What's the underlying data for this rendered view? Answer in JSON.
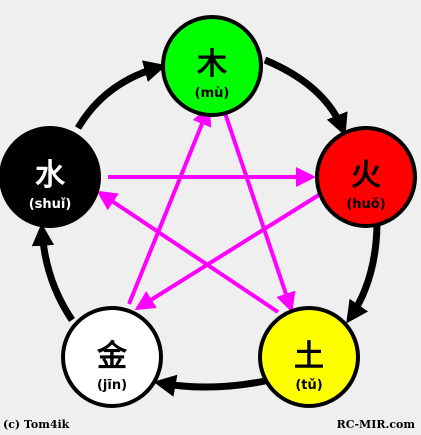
{
  "elements": [
    {
      "id": "wood",
      "char": "木",
      "pinyin": "(mù)",
      "fill": "#00ff00",
      "text_color": "#000000"
    },
    {
      "id": "fire",
      "char": "火",
      "pinyin": "(huǒ)",
      "fill": "#ff0000",
      "text_color": "#000000"
    },
    {
      "id": "earth",
      "char": "土",
      "pinyin": "(tǔ)",
      "fill": "#ffff00",
      "text_color": "#000000"
    },
    {
      "id": "metal",
      "char": "金",
      "pinyin": "(jīn)",
      "fill": "#ffffff",
      "text_color": "#000000"
    },
    {
      "id": "water",
      "char": "水",
      "pinyin": "(shuǐ)",
      "fill": "#000000",
      "text_color": "#ffffff"
    }
  ],
  "generating_cycle": {
    "color": "#000000",
    "order": [
      "wood",
      "fire",
      "earth",
      "metal",
      "water",
      "wood"
    ]
  },
  "overcoming_cycle": {
    "color": "#ff00ff",
    "edges": [
      [
        "wood",
        "earth"
      ],
      [
        "earth",
        "water"
      ],
      [
        "water",
        "fire"
      ],
      [
        "fire",
        "metal"
      ],
      [
        "metal",
        "wood"
      ]
    ]
  },
  "credits": {
    "left": "(c) Tom4ik",
    "right": "RC-MIR.com"
  },
  "background": "#efefef"
}
